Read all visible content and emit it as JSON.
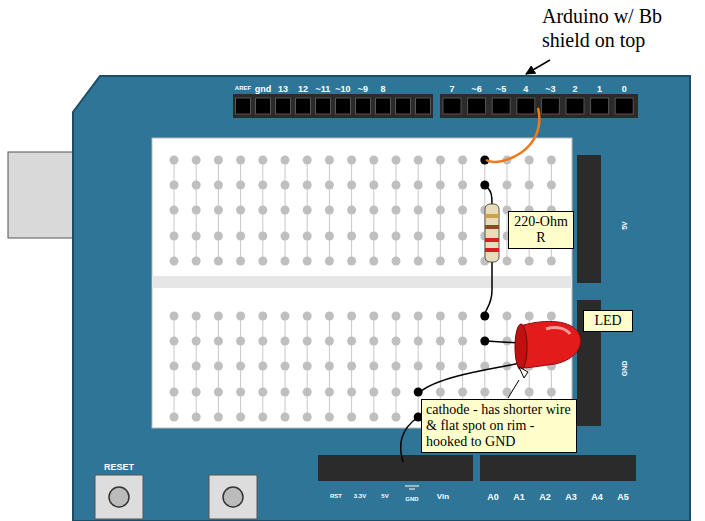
{
  "diagram": {
    "nodes": [
      {
        "text": [
          "220-Ohm R"
        ]
      },
      {
        "text": [
          "LED"
        ]
      },
      {
        "text": [
          "cathode - has shorter wire & flat spot on rim - hooked to GND"
        ]
      }
    ],
    "labels": [
      "Arduino w/ Bb shield on top",
      "AREF",
      "gnd",
      "13",
      "12",
      "~11",
      "~10",
      "~9",
      "8",
      "7",
      "~6",
      "~5",
      "4",
      "~3",
      "2",
      "1",
      "0",
      "5V",
      "GND",
      "RESET",
      "RST",
      "3.3V",
      "5V",
      "GND",
      "Vin",
      "A0",
      "A1",
      "A2",
      "A3",
      "A4",
      "A5"
    ]
  }
}
